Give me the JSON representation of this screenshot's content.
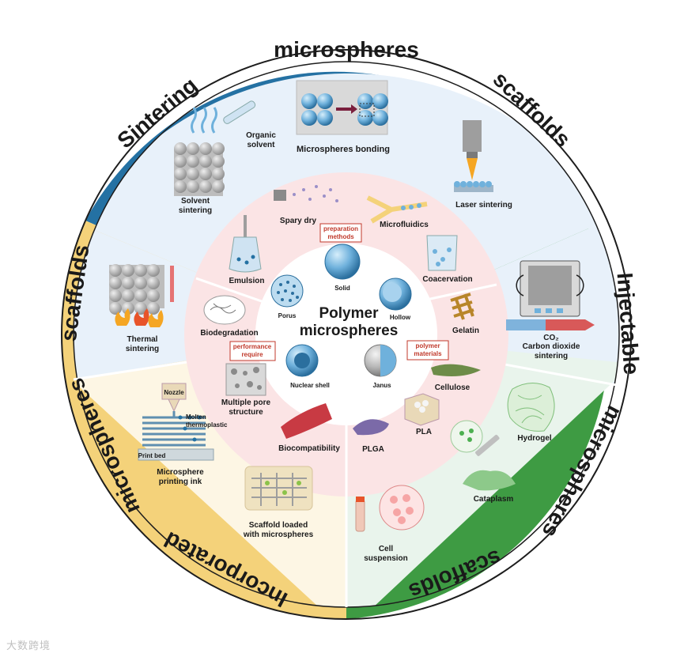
{
  "outer_ring": {
    "top_right": {
      "line1": "microspheres",
      "line2": "scaffolds",
      "top_word": "Sintering",
      "color": "#2471a3"
    },
    "right": {
      "top_word": "Injectable",
      "line1": "microspheres",
      "line2": "scaffolds",
      "color": "#3e9b43"
    },
    "left": {
      "line1": "scaffolds",
      "line2": "microspheres",
      "bottom_word": "Incorporated",
      "color": "#f4d27a"
    }
  },
  "sintering_section": {
    "organic_solvent": "Organic\nsolvent",
    "microspheres_bonding": "Microspheres bonding",
    "solvent_sintering": "Solvent\nsintering",
    "laser_sintering": "Laser sintering",
    "thermal_sintering": "Thermal\nsintering"
  },
  "injectable_section": {
    "co2": "CO₂",
    "carbon_dioxide_sintering": "Carbon dioxide\nsintering",
    "hydrogel": "Hydrogel",
    "cataplasm": "Cataplasm",
    "cell_suspension": "Cell\nsuspension"
  },
  "incorporated_section": {
    "nozzle": "Nozzle",
    "molten_thermoplastic": "Molten\nthermoplastic",
    "print_bed": "Print bed",
    "microsphere_printing_ink": "Microsphere\nprinting ink",
    "scaffold_loaded": "Scaffold loaded\nwith microspheres"
  },
  "inner_ring": {
    "preparation_methods_tag": "preparation\nmethods",
    "performance_require_tag": "performance\nrequire",
    "polymer_materials_tag": "polymer\nmaterials",
    "spary_dry": "Spary dry",
    "microfluidics": "Microfluidics",
    "emulsion": "Emulsion",
    "coacervation": "Coacervation",
    "gelatin": "Gelatin",
    "cellulose": "Cellulose",
    "pla": "PLA",
    "plga": "PLGA",
    "biocompatibility": "Biocompatibility",
    "multiple_pore": "Multiple pore\nstructure",
    "biodegradation": "Biodegradation"
  },
  "center": {
    "title": "Polymer\nmicrospheres",
    "solid": "Solid",
    "hollow": "Hollow",
    "porus": "Porus",
    "nuclear_shell": "Nuclear shell",
    "janus": "Janus"
  },
  "watermark": "大数跨境"
}
